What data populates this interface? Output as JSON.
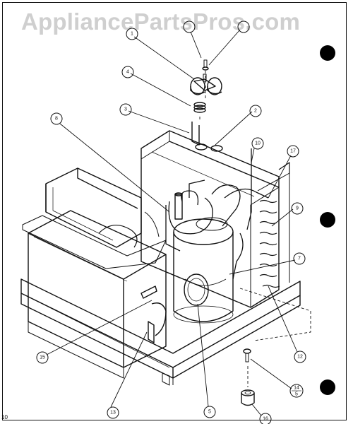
{
  "watermark": "AppliancePartsPros.com",
  "corner_code": "10",
  "callouts": [
    {
      "id": "c1",
      "label": "1"
    },
    {
      "id": "c4",
      "label": "4"
    },
    {
      "id": "c3",
      "label": "3"
    },
    {
      "id": "c2",
      "label": "2"
    },
    {
      "id": "c8",
      "label": "8"
    },
    {
      "id": "c10",
      "label": "10"
    },
    {
      "id": "c17",
      "label": "17"
    },
    {
      "id": "c9",
      "label": "9"
    },
    {
      "id": "c7",
      "label": "7"
    },
    {
      "id": "c12",
      "label": "12"
    },
    {
      "id": "c15",
      "label": "15"
    },
    {
      "id": "c13",
      "label": "13"
    },
    {
      "id": "c5",
      "label": "5"
    },
    {
      "id": "c14",
      "label": "14"
    },
    {
      "id": "c14b",
      "label": "5"
    },
    {
      "id": "c16",
      "label": "16"
    }
  ]
}
